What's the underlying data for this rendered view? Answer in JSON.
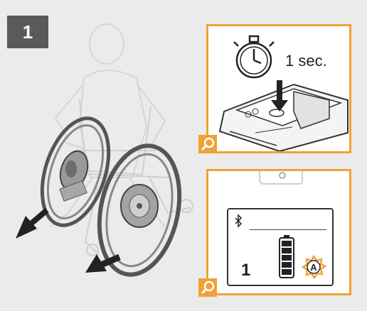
{
  "step": {
    "number": "1"
  },
  "timer_inset": {
    "duration_label": "1 sec."
  },
  "display_inset": {
    "speed_level": "1",
    "mode_letter": "A"
  },
  "colors": {
    "accent": "#f0a235",
    "badge": "#5a5a5a",
    "line": "#333333",
    "light_line": "#cfcfcf"
  }
}
